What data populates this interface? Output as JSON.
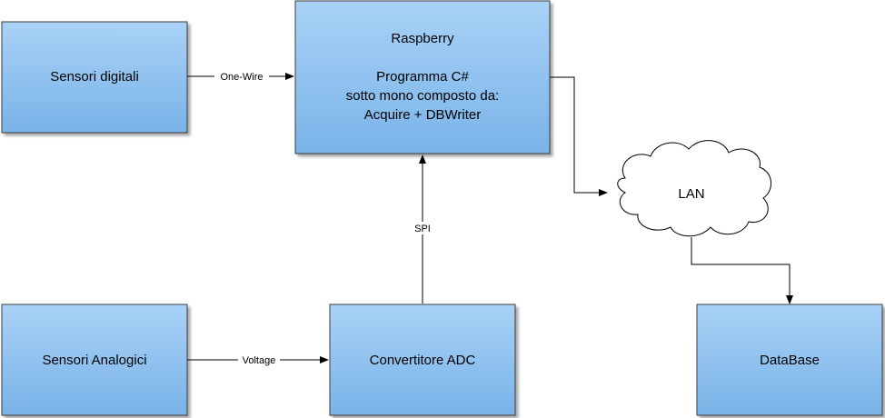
{
  "nodes": {
    "sensori_digitali": {
      "label": "Sensori digitali"
    },
    "raspberry": {
      "title": "Raspberry",
      "lines": [
        "Programma C#",
        "sotto mono composto da:",
        "Acquire + DBWriter"
      ]
    },
    "sensori_analogici": {
      "label": "Sensori Analogici"
    },
    "convertitore_adc": {
      "label": "Convertitore ADC"
    },
    "lan": {
      "label": "LAN"
    },
    "database": {
      "label": "DataBase"
    }
  },
  "edges": {
    "one_wire": {
      "label": "One-Wire"
    },
    "voltage": {
      "label": "Voltage"
    },
    "spi": {
      "label": "SPI"
    }
  },
  "colors": {
    "box_fill_top": "#a9d2f7",
    "box_fill_bottom": "#79b3e8",
    "box_stroke": "#3c3c3c",
    "line": "#000000",
    "cloud_fill": "#ffffff"
  }
}
